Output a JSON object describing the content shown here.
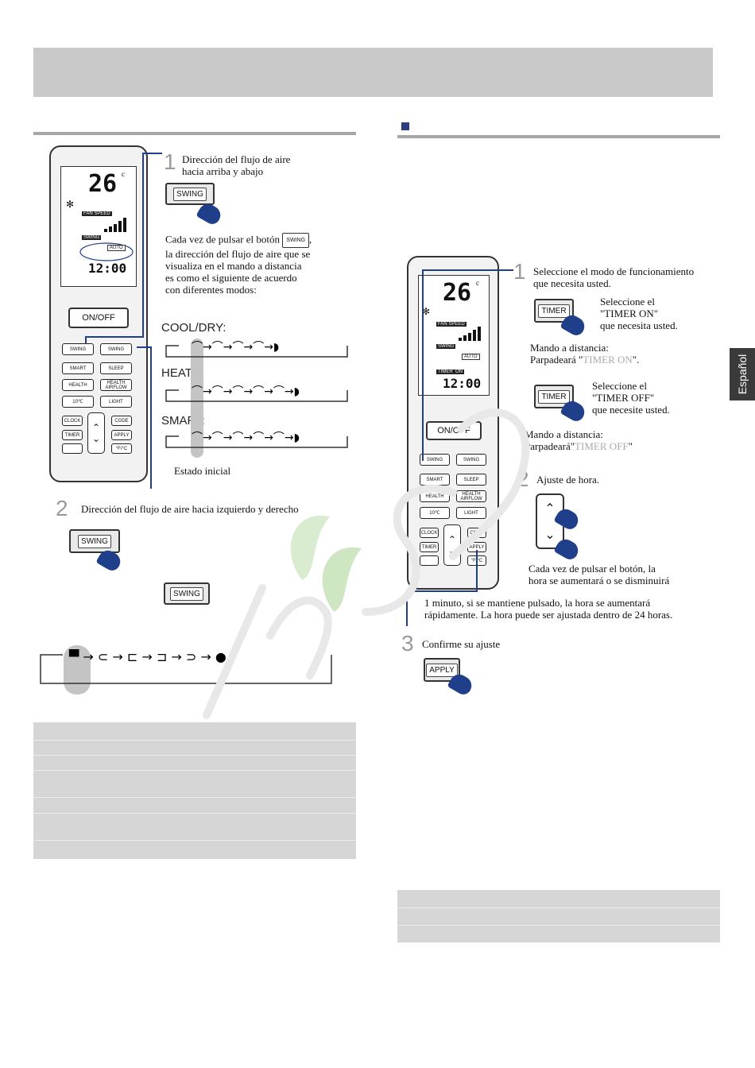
{
  "side_tab": {
    "label": "Español"
  },
  "left": {
    "step1": {
      "number": "1",
      "title": "Dirección del flujo de aire\nhacia arriba y abajo",
      "button": "SWING",
      "desc_before": "Cada vez de pulsar el botón",
      "desc_after": ",\nla dirección del flujo de aire que se\nvisualiza en el mando a distancia\nes como el siguiente de acuerdo\ncon diferentes modos:",
      "modes": [
        "COOL/DRY:",
        "HEAT:",
        "SMART:"
      ],
      "initial_state": "Estado inicial"
    },
    "step2": {
      "number": "2",
      "title": "Dirección del flujo de aire hacia izquierdo y derecho",
      "button": "SWING",
      "button2": "SWING"
    }
  },
  "right": {
    "step1": {
      "number": "1",
      "title": "Seleccione el modo de funcionamiento\nque necesita usted.",
      "timer_btn": "TIMER",
      "timer_on_text": "Seleccione el\n\"TIMER ON\"\nque necesita usted.",
      "remote_on_label": "Mando a distancia:",
      "remote_on_blink_prefix": "Parpadeará \"",
      "remote_on_blink_value": "TIMER ON",
      "remote_on_blink_suffix": "\".",
      "timer_btn2": "TIMER",
      "timer_off_text": "Seleccione el\n\"TIMER OFF\"\nque necesite usted.",
      "remote_off_label": "Mando a distancia:",
      "remote_off_blink_prefix": "Parpadeará\"",
      "remote_off_blink_value": "TIMER OFF",
      "remote_off_blink_suffix": "\""
    },
    "step2": {
      "number": "2",
      "title": "Ajuste de hora.",
      "desc1": "Cada vez de pulsar el botón, la\nhora se aumentará o se disminuirá",
      "desc2": "1 minuto, si se mantiene pulsado, la hora se aumentará\nrápidamente. La hora puede ser ajustada dentro de 24 horas."
    },
    "step3": {
      "number": "3",
      "title": "Confirme su ajuste",
      "button": "APPLY"
    }
  },
  "remote": {
    "temp": "26",
    "unit": "c",
    "fan_speed": "FAN SPEED",
    "swing": "SWING",
    "timer": "TIMER",
    "on": "ON",
    "auto": "AUTO",
    "clock": "12:00",
    "onoff": "ON/OFF",
    "swing_up": "SWING",
    "swing_lr": "SWING",
    "smart": "SMART",
    "sleep": "SLEEP",
    "health": "HEALTH",
    "health_airflow": "HEALTH AIRFLOW",
    "ten_c": "10℃",
    "light": "LIGHT",
    "clock_btn": "CLOCK",
    "code": "CODE",
    "timer_btn": "TIMER",
    "apply": "APPLY",
    "fc": "°F/°C"
  }
}
